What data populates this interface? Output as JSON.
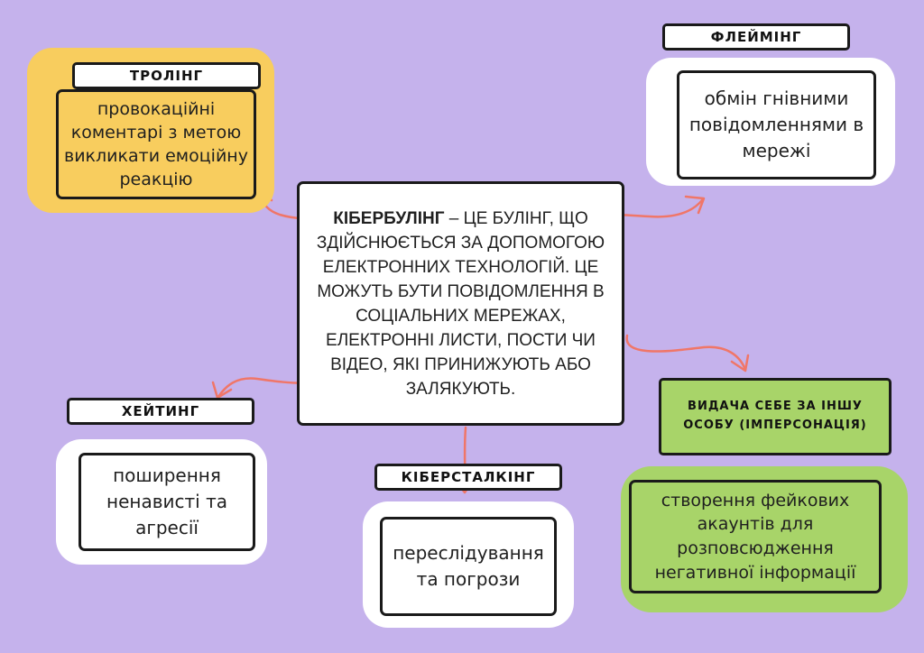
{
  "colors": {
    "background": "#c5b2ec",
    "trolling_panel": "#f8cd5e",
    "impersonation_panel": "#a8d469",
    "arrow": "#f07668",
    "white_panel": "#ffffff"
  },
  "center": {
    "term": "Кібербулінг",
    "definition": " – це булінг, що здійснюється за допомогою електронних технологій. Це можуть бути повідомлення в соціальних мережах, електронні листи, пости чи відео, які принижують або залякують."
  },
  "nodes": {
    "trolling": {
      "title": "Тролінг",
      "text": "провокаційні коментарі з метою викликати емоційну реакцію"
    },
    "flaming": {
      "title": "Флеймінг",
      "text": "обмін гнівними повідомленнями в мережі"
    },
    "hating": {
      "title": "Хейтинг",
      "text": "поширення ненависті та агресії"
    },
    "cyberstalking": {
      "title": "Кіберсталкінг",
      "text": "переслідування та погрози"
    },
    "impersonation": {
      "title": "Видача себе за іншу особу (імперсонація)",
      "text": "створення фейкових акаунтів для розповсюдження негативної інформації"
    }
  }
}
